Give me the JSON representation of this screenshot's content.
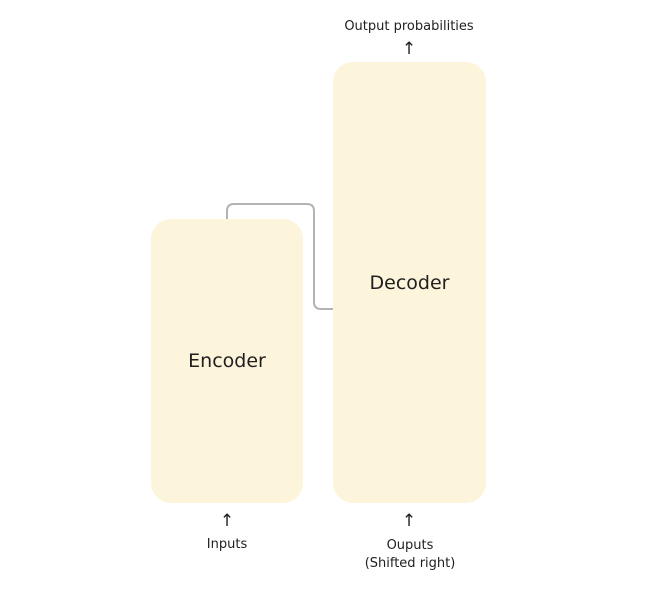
{
  "encoder": {
    "label": "Encoder"
  },
  "decoder": {
    "label": "Decoder"
  },
  "labels": {
    "output": "Output probabilities",
    "inputs": "Inputs",
    "outputs_line1": "Ouputs",
    "outputs_line2": "(Shifted right)"
  },
  "arrows": {
    "output_arrow": "↑",
    "input_arrow": "↑",
    "decoder_input_arrow": "↑"
  },
  "colors": {
    "block_fill": "#fdf4dc",
    "connector": "#b3b3b3"
  }
}
